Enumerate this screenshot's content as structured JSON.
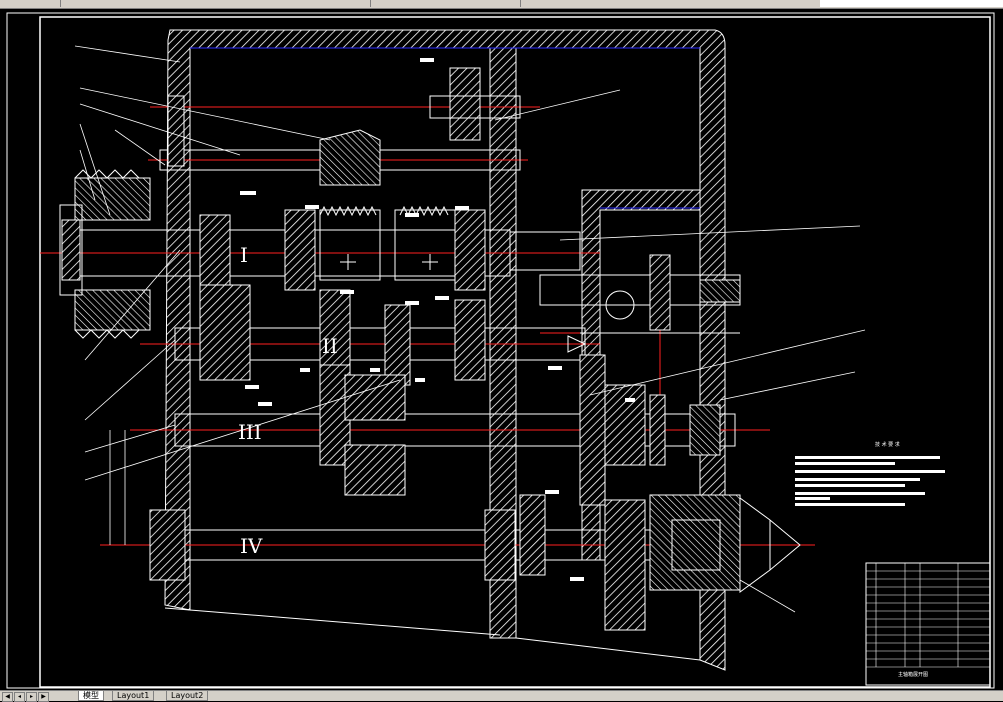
{
  "app": {
    "tabs": [
      {
        "label": "模型",
        "active": true
      },
      {
        "label": "Layout1",
        "active": false
      },
      {
        "label": "Layout2",
        "active": false
      }
    ]
  },
  "drawing": {
    "shaft_labels": [
      "I",
      "II",
      "III",
      "IV"
    ],
    "notes_header": "技 术 要 求",
    "title_block_title": "主轴箱展开图",
    "colors": {
      "housing": "#ffffff",
      "centerline": "#ff2020",
      "border": "#ffffff",
      "hidden": "#2a2aff",
      "leader": "#ffffff"
    }
  }
}
